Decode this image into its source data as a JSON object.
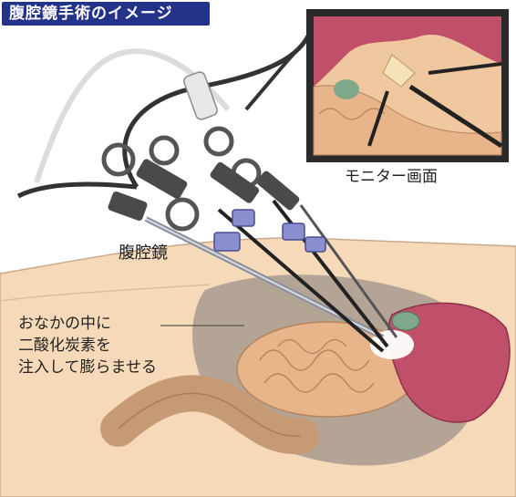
{
  "title": "腹腔鏡手術のイメージ",
  "monitor_caption": "モニター画面",
  "scope_label": "腹腔鏡",
  "note_lines": [
    "おなかの中に",
    "二酸化炭素を",
    "注入して膨らませる"
  ],
  "colors": {
    "title_bg": "#24338a",
    "skin": "#f5d9b8",
    "organ_red": "#c0506a",
    "intestine": "#e8b48a",
    "cavity": "#a89a8e",
    "monitor_frame": "#2a2a2a"
  }
}
